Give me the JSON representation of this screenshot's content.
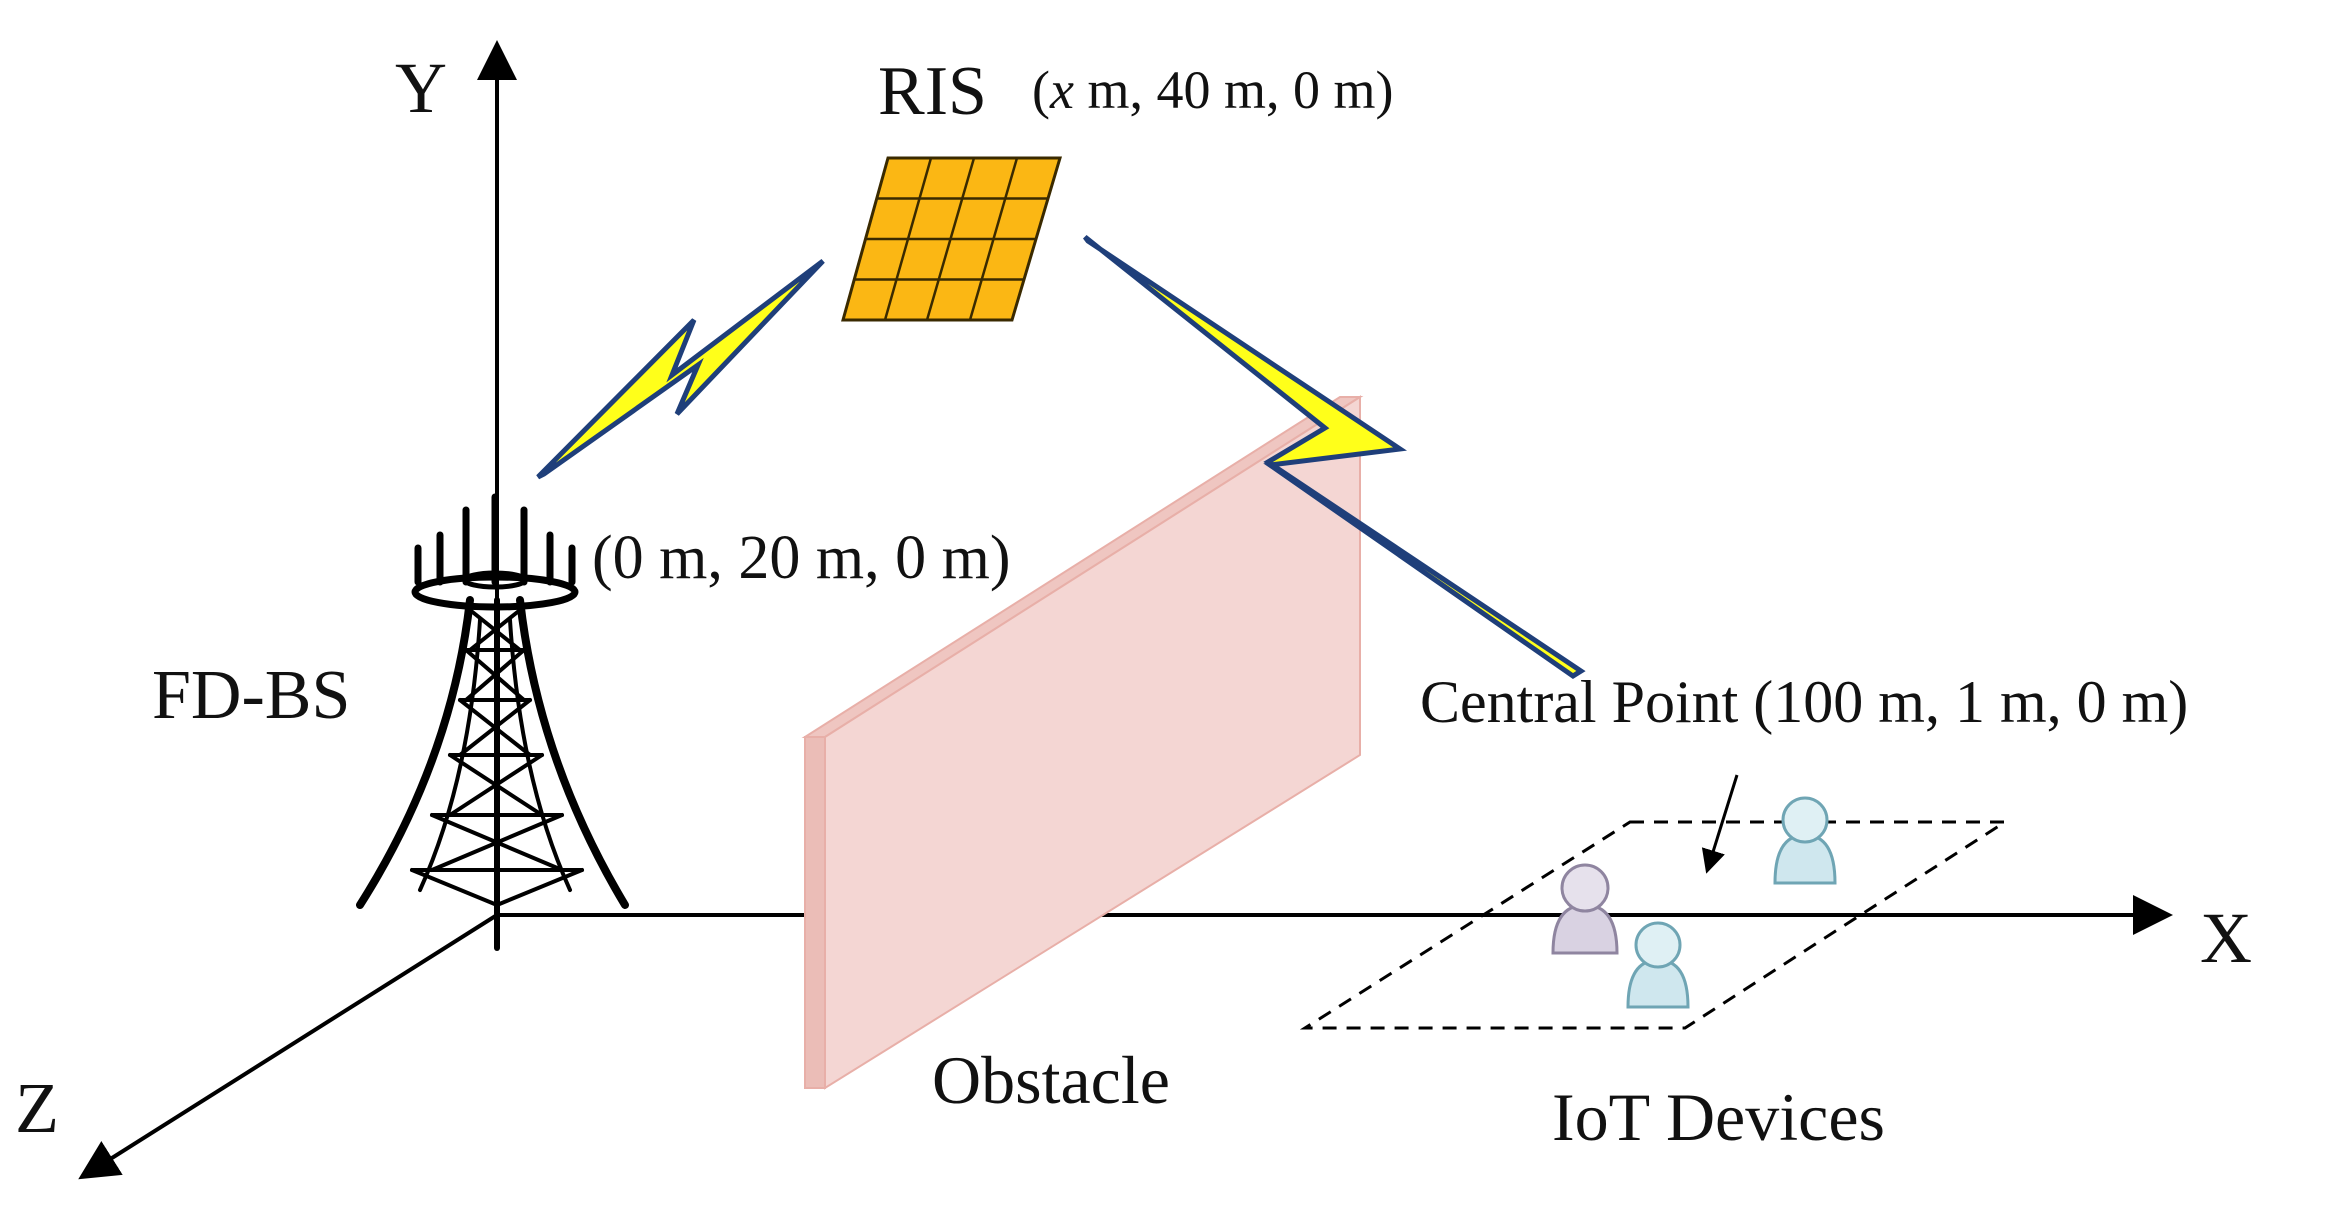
{
  "axes": {
    "x_label": "X",
    "y_label": "Y",
    "z_label": "Z"
  },
  "ris": {
    "label": "RIS",
    "coord_var": "x",
    "coord_rest": " m, 40 m, 0 m)",
    "coord_open": "("
  },
  "base_station": {
    "label": "FD-BS",
    "coord": "(0 m, 20 m, 0 m)"
  },
  "obstacle": {
    "label": "Obstacle"
  },
  "central_point": {
    "label": "Central Point (100 m, 1 m, 0 m)"
  },
  "iot": {
    "label": "IoT Devices"
  },
  "colors": {
    "ris_panel": "#FBB714",
    "ris_grid": "#3A2A00",
    "lightning_fill": "#FFFF1A",
    "lightning_stroke": "#1F3F7A",
    "obstacle_front": "#F4D6D3",
    "obstacle_edge": "#E8AFA8",
    "person_blue": "#CFE7EE",
    "person_purple": "#D9D2E2",
    "axis": "#000000"
  }
}
